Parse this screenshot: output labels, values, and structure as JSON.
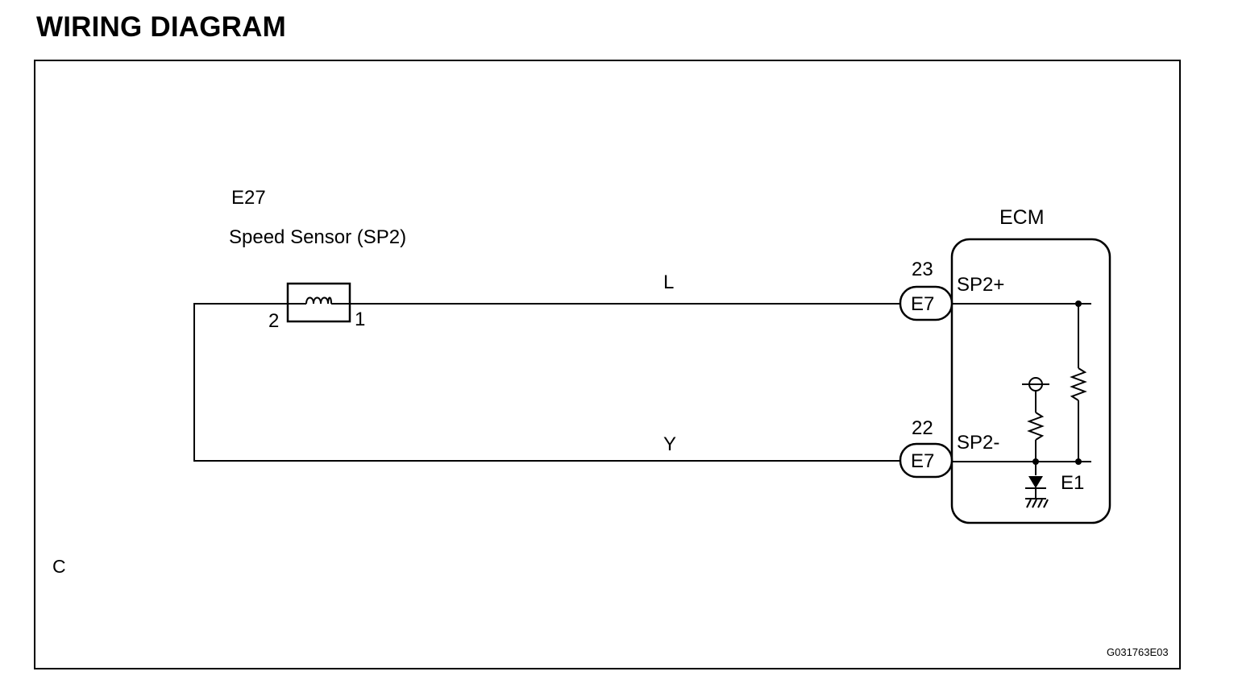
{
  "header": {
    "title": "WIRING DIAGRAM"
  },
  "sensor": {
    "connector": "E27",
    "name": "Speed Sensor (SP2)",
    "pin_left": "2",
    "pin_right": "1"
  },
  "wires": {
    "top_color": "L",
    "bottom_color": "Y"
  },
  "ecm": {
    "label": "ECM",
    "top_pin_number": "23",
    "top_connector": "E7",
    "top_terminal": "SP2+",
    "bottom_pin_number": "22",
    "bottom_connector": "E7",
    "bottom_terminal": "SP2-",
    "ground_label": "E1"
  },
  "corner_mark": "C",
  "figure_code": "G031763E03"
}
